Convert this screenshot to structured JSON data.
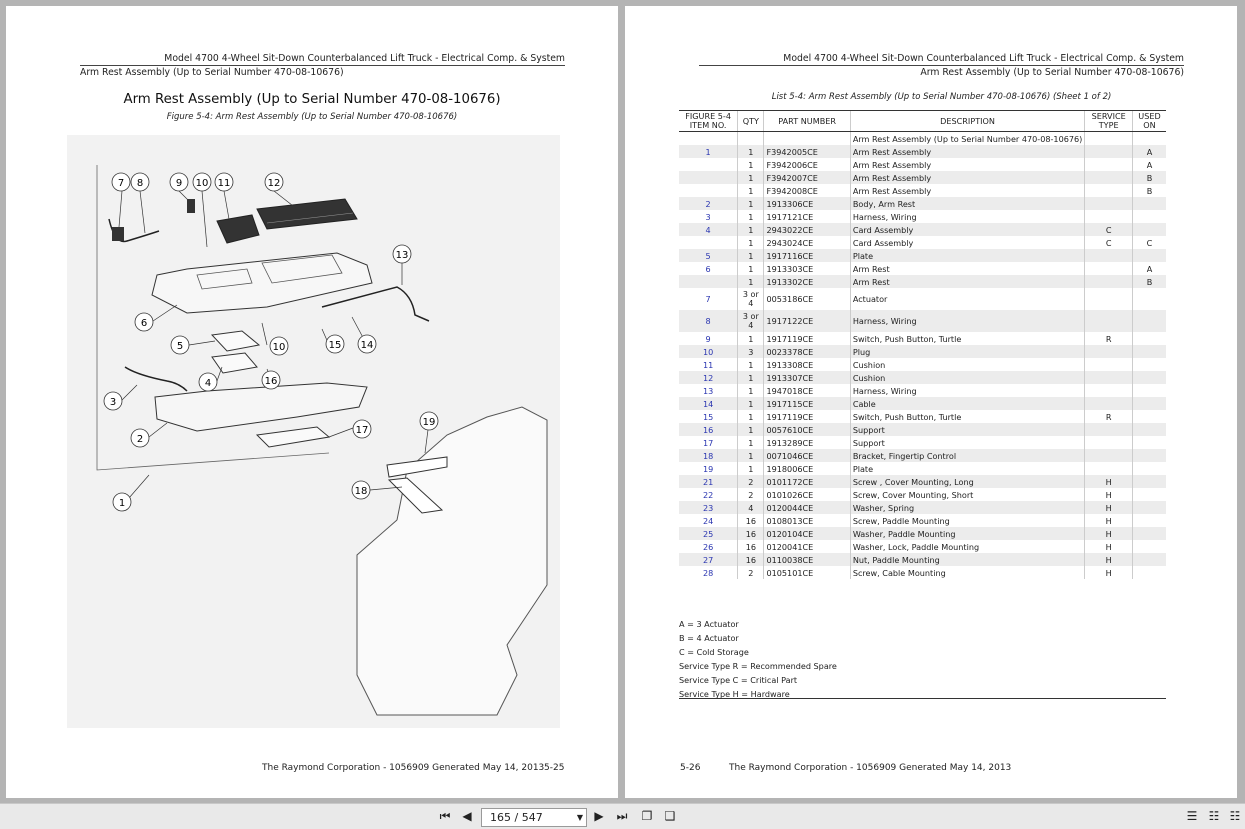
{
  "left_page": {
    "header_line1": "Model 4700 4-Wheel Sit-Down Counterbalanced Lift Truck - Electrical Comp. & System",
    "header_line2": "Arm Rest Assembly (Up to Serial Number 470-08-10676)",
    "title": "Arm Rest Assembly (Up to Serial Number 470-08-10676)",
    "figure_caption": "Figure 5-4: Arm Rest Assembly (Up to Serial Number 470-08-10676)",
    "callouts": [
      "7",
      "8",
      "9",
      "10",
      "11",
      "12",
      "13",
      "6",
      "5",
      "10",
      "15",
      "14",
      "4",
      "16",
      "3",
      "2",
      "17",
      "19",
      "18",
      "1"
    ],
    "footer": "The Raymond Corporation - 1056909 Generated May 14, 2013",
    "page_number": "5-25"
  },
  "right_page": {
    "header_line1": "Model 4700 4-Wheel Sit-Down Counterbalanced Lift Truck - Electrical Comp. & System",
    "header_line2": "Arm Rest Assembly (Up to Serial Number 470-08-10676)",
    "list_caption": "List 5-4: Arm Rest Assembly (Up to Serial Number 470-08-10676) (Sheet 1 of 2)",
    "table": {
      "headers": {
        "item_1": "FIGURE 5-4",
        "item_2": "ITEM NO.",
        "qty": "QTY",
        "part": "PART NUMBER",
        "desc": "DESCRIPTION",
        "svc_1": "SERVICE",
        "svc_2": "TYPE",
        "used_1": "USED",
        "used_2": "ON"
      },
      "rows": [
        {
          "item": "",
          "qty": "",
          "part": "",
          "desc": "Arm Rest Assembly (Up to Serial Number 470-08-10676)",
          "svc": "",
          "used": ""
        },
        {
          "item": "1",
          "qty": "1",
          "part": "F3942005CE",
          "desc": "Arm Rest Assembly",
          "svc": "",
          "used": "A"
        },
        {
          "item": "",
          "qty": "1",
          "part": "F3942006CE",
          "desc": "Arm Rest Assembly",
          "svc": "",
          "used": "A"
        },
        {
          "item": "",
          "qty": "1",
          "part": "F3942007CE",
          "desc": "Arm Rest Assembly",
          "svc": "",
          "used": "B"
        },
        {
          "item": "",
          "qty": "1",
          "part": "F3942008CE",
          "desc": "Arm Rest Assembly",
          "svc": "",
          "used": "B"
        },
        {
          "item": "2",
          "qty": "1",
          "part": "1913306CE",
          "desc": "Body, Arm Rest",
          "svc": "",
          "used": ""
        },
        {
          "item": "3",
          "qty": "1",
          "part": "1917121CE",
          "desc": "Harness, Wiring",
          "svc": "",
          "used": ""
        },
        {
          "item": "4",
          "qty": "1",
          "part": "2943022CE",
          "desc": "Card Assembly",
          "svc": "C",
          "used": ""
        },
        {
          "item": "",
          "qty": "1",
          "part": "2943024CE",
          "desc": "Card Assembly",
          "svc": "C",
          "used": "C"
        },
        {
          "item": "5",
          "qty": "1",
          "part": "1917116CE",
          "desc": "Plate",
          "svc": "",
          "used": ""
        },
        {
          "item": "6",
          "qty": "1",
          "part": "1913303CE",
          "desc": "Arm Rest",
          "svc": "",
          "used": "A"
        },
        {
          "item": "",
          "qty": "1",
          "part": "1913302CE",
          "desc": "Arm Rest",
          "svc": "",
          "used": "B"
        },
        {
          "item": "7",
          "qty": "3 or 4",
          "part": "0053186CE",
          "desc": "Actuator",
          "svc": "",
          "used": "",
          "tall": true
        },
        {
          "item": "8",
          "qty": "3 or 4",
          "part": "1917122CE",
          "desc": "Harness, Wiring",
          "svc": "",
          "used": "",
          "tall": true
        },
        {
          "item": "9",
          "qty": "1",
          "part": "1917119CE",
          "desc": "Switch, Push Button, Turtle",
          "svc": "R",
          "used": ""
        },
        {
          "item": "10",
          "qty": "3",
          "part": "0023378CE",
          "desc": "Plug",
          "svc": "",
          "used": ""
        },
        {
          "item": "11",
          "qty": "1",
          "part": "1913308CE",
          "desc": "Cushion",
          "svc": "",
          "used": ""
        },
        {
          "item": "12",
          "qty": "1",
          "part": "1913307CE",
          "desc": "Cushion",
          "svc": "",
          "used": ""
        },
        {
          "item": "13",
          "qty": "1",
          "part": "1947018CE",
          "desc": "Harness, Wiring",
          "svc": "",
          "used": ""
        },
        {
          "item": "14",
          "qty": "1",
          "part": "1917115CE",
          "desc": "Cable",
          "svc": "",
          "used": ""
        },
        {
          "item": "15",
          "qty": "1",
          "part": "1917119CE",
          "desc": "Switch, Push Button, Turtle",
          "svc": "R",
          "used": ""
        },
        {
          "item": "16",
          "qty": "1",
          "part": "0057610CE",
          "desc": "Support",
          "svc": "",
          "used": ""
        },
        {
          "item": "17",
          "qty": "1",
          "part": "1913289CE",
          "desc": "Support",
          "svc": "",
          "used": ""
        },
        {
          "item": "18",
          "qty": "1",
          "part": "0071046CE",
          "desc": "Bracket, Fingertip Control",
          "svc": "",
          "used": ""
        },
        {
          "item": "19",
          "qty": "1",
          "part": "1918006CE",
          "desc": "Plate",
          "svc": "",
          "used": ""
        },
        {
          "item": "21",
          "qty": "2",
          "part": "0101172CE",
          "desc": "Screw , Cover  Mounting, Long",
          "svc": "H",
          "used": ""
        },
        {
          "item": "22",
          "qty": "2",
          "part": "0101026CE",
          "desc": "Screw, Cover  Mounting, Short",
          "svc": "H",
          "used": ""
        },
        {
          "item": "23",
          "qty": "4",
          "part": "0120044CE",
          "desc": "Washer, Spring",
          "svc": "H",
          "used": ""
        },
        {
          "item": "24",
          "qty": "16",
          "part": "0108013CE",
          "desc": "Screw, Paddle Mounting",
          "svc": "H",
          "used": ""
        },
        {
          "item": "25",
          "qty": "16",
          "part": "0120104CE",
          "desc": "Washer, Paddle Mounting",
          "svc": "H",
          "used": ""
        },
        {
          "item": "26",
          "qty": "16",
          "part": "0120041CE",
          "desc": "Washer, Lock, Paddle Mounting",
          "svc": "H",
          "used": ""
        },
        {
          "item": "27",
          "qty": "16",
          "part": "0110038CE",
          "desc": "Nut, Paddle Mounting",
          "svc": "H",
          "used": ""
        },
        {
          "item": "28",
          "qty": "2",
          "part": "0105101CE",
          "desc": "Screw, Cable Mounting",
          "svc": "H",
          "used": ""
        }
      ]
    },
    "legend": [
      "A = 3 Actuator",
      "B = 4 Actuator",
      "C = Cold Storage",
      "Service Type R = Recommended Spare",
      "Service Type C = Critical Part",
      "Service Type H = Hardware"
    ],
    "page_number": "5-26",
    "footer": "The Raymond Corporation - 1056909 Generated May 14, 2013"
  },
  "toolbar": {
    "page_indicator": "165 / 547",
    "icons": [
      "first-page-icon",
      "prev-page-icon",
      "next-page-icon",
      "last-page-icon",
      "rotate-icon",
      "copy-icon",
      "single-page-icon",
      "continuous-icon",
      "two-page-icon"
    ]
  }
}
